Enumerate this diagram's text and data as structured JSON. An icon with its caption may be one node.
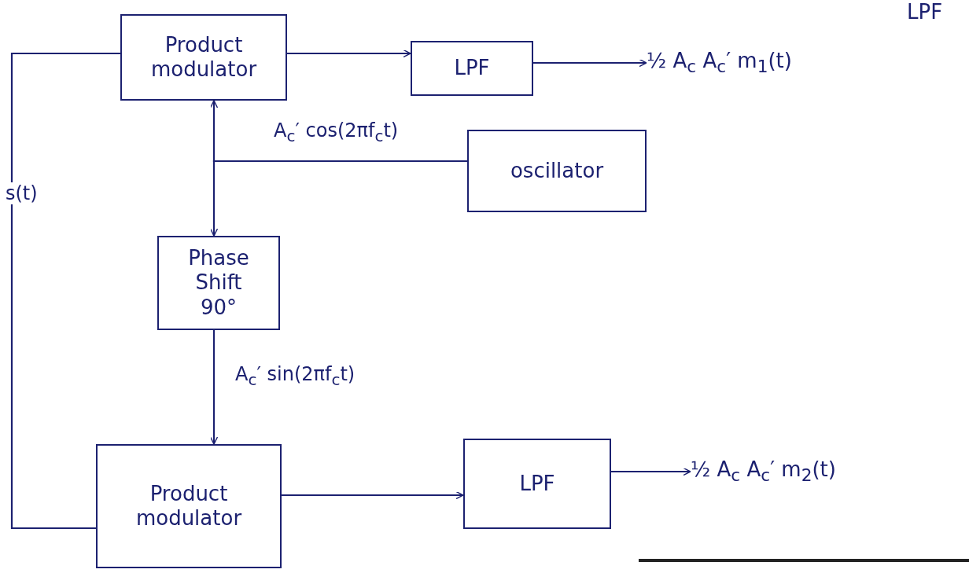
{
  "diagram": {
    "nodes": [
      {
        "text": [
          "Product modulator"
        ]
      },
      {
        "text": [
          "LPF"
        ]
      },
      {
        "text": [
          "½ A$_{c}$ A$_{c}$′ m$_{1}$(t)"
        ]
      },
      {
        "text": [
          "oscillator"
        ]
      },
      {
        "text": [
          "Phase Shift 90°"
        ]
      },
      {
        "text": [
          "Product modulator"
        ]
      },
      {
        "text": [
          "LPF"
        ]
      },
      {
        "text": [
          "½ A$_{c}$ A$_{c}$′ m$_{2}$(t)"
        ]
      }
    ],
    "edges": [
      {
        "from": 0,
        "to": 1,
        "arrow": "to"
      },
      {
        "from": 1,
        "to": 2,
        "arrow": "to"
      },
      {
        "from": 3,
        "to": 0,
        "arrow": "to",
        "label": "A$_{c}$′ cos(2πf$_{c}$t)"
      },
      {
        "from": 3,
        "to": 4,
        "arrow": "to"
      },
      {
        "from": 4,
        "to": 5,
        "arrow": "to",
        "label": "A$_{c}$′ sin(2πf$_{c}$t)"
      },
      {
        "from": 5,
        "to": 6,
        "arrow": "to"
      },
      {
        "from": 6,
        "to": 7,
        "arrow": "to"
      },
      {
        "from": 5,
        "to": 0,
        "arrow": "none",
        "label": "s(t)"
      }
    ],
    "labels": [
      "LPF"
    ]
  }
}
